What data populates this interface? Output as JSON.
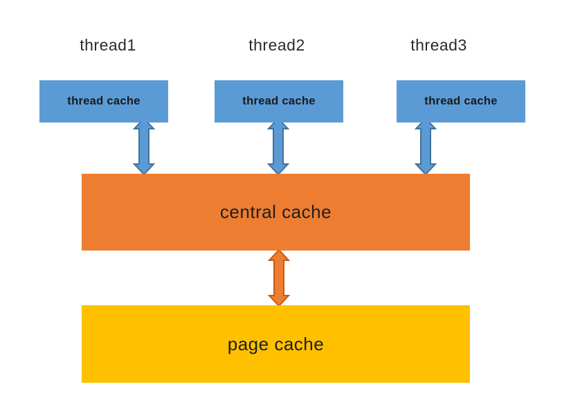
{
  "diagram": {
    "threads": [
      {
        "label": "thread1",
        "cache_label": "thread cache"
      },
      {
        "label": "thread2",
        "cache_label": "thread cache"
      },
      {
        "label": "thread3",
        "cache_label": "thread cache"
      }
    ],
    "central_cache": {
      "label": "central cache"
    },
    "page_cache": {
      "label": "page cache"
    },
    "colors": {
      "thread_box": "#5b9bd5",
      "arrow_blue_fill": "#5b9bd5",
      "arrow_blue_stroke": "#41719c",
      "central_box": "#ed7d31",
      "arrow_orange_fill": "#ed7d31",
      "arrow_orange_stroke": "#c55a11",
      "page_box": "#ffc000",
      "text": "#262626",
      "background": "#ffffff"
    }
  }
}
